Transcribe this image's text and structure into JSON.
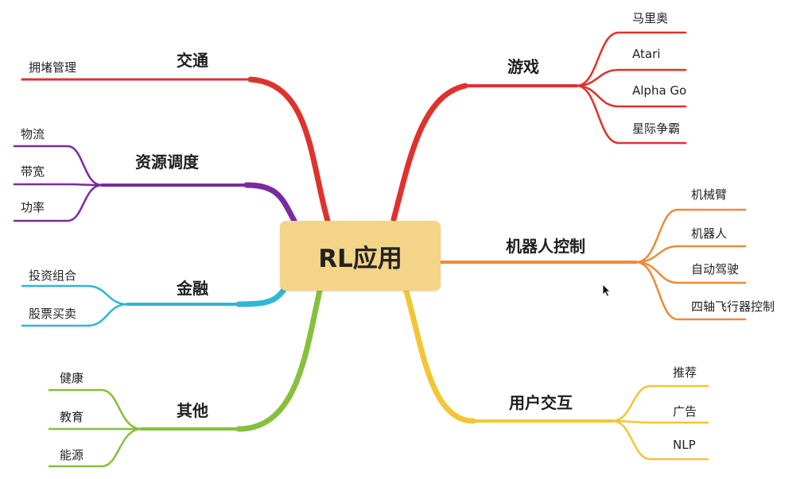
{
  "center": {
    "label": "RL应用"
  },
  "branches": [
    {
      "id": "games",
      "label": "游戏",
      "color": "#e0322c",
      "children": [
        "马里奥",
        "Atari",
        "Alpha Go",
        "星际争霸"
      ]
    },
    {
      "id": "robot",
      "label": "机器人控制",
      "color": "#ee8a3a",
      "children": [
        "机械臂",
        "机器人",
        "自动驾驶",
        "四轴飞行器控制"
      ]
    },
    {
      "id": "user",
      "label": "用户交互",
      "color": "#f2c634",
      "children": [
        "推荐",
        "广告",
        "NLP"
      ]
    },
    {
      "id": "traffic",
      "label": "交通",
      "color": "#e0322c",
      "children": [
        "拥堵管理"
      ]
    },
    {
      "id": "resource",
      "label": "资源调度",
      "color": "#7a2aa0",
      "children": [
        "物流",
        "带宽",
        "功率"
      ]
    },
    {
      "id": "finance",
      "label": "金融",
      "color": "#2eb8d3",
      "children": [
        "投资组合",
        "股票买卖"
      ]
    },
    {
      "id": "other",
      "label": "其他",
      "color": "#86c03c",
      "children": [
        "健康",
        "教育",
        "能源"
      ]
    }
  ]
}
